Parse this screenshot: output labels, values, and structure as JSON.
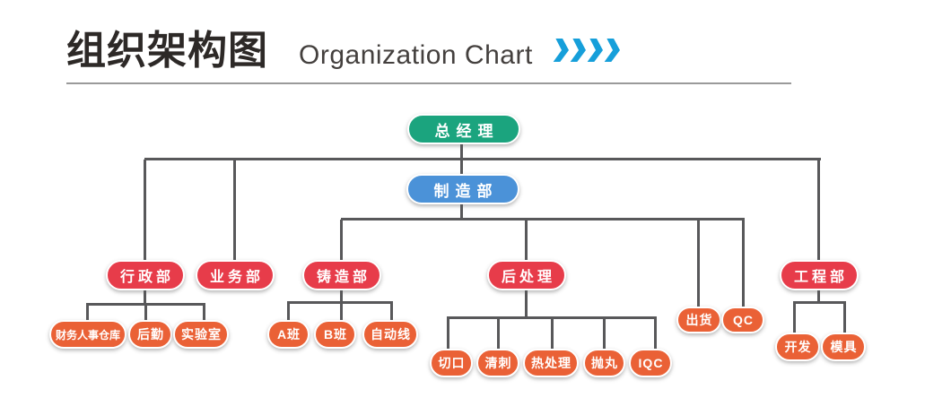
{
  "header": {
    "title_zh": "组织架构图",
    "title_en": "Organization Chart",
    "chevron_count": 4
  },
  "colors": {
    "top_node_green": "#1ba47e",
    "manufacturing_blue": "#4b92d8",
    "department_red": "#e73c4a",
    "team_orange": "#ea6136",
    "chevron_blue": "#169fda",
    "connector_gray": "#58585a"
  },
  "nodes": {
    "gm": {
      "label": "总经理"
    },
    "mfg": {
      "label": "制造部"
    },
    "admin": {
      "label": "行政部"
    },
    "biz": {
      "label": "业务部"
    },
    "cast": {
      "label": "铸造部"
    },
    "post": {
      "label": "后处理"
    },
    "eng": {
      "label": "工程部"
    },
    "ship": {
      "label": "出货"
    },
    "qc": {
      "label": "QC"
    },
    "fin": {
      "label": "财务人事仓库"
    },
    "logi": {
      "label": "后勤"
    },
    "lab": {
      "label": "实验室"
    },
    "classA": {
      "label": "A班"
    },
    "classB": {
      "label": "B班"
    },
    "auto": {
      "label": "自动线"
    },
    "cut": {
      "label": "切口"
    },
    "deburr": {
      "label": "清刺"
    },
    "heat": {
      "label": "热处理"
    },
    "shot": {
      "label": "抛丸"
    },
    "iqc": {
      "label": "IQC"
    },
    "dev": {
      "label": "开发"
    },
    "mold": {
      "label": "模具"
    }
  },
  "hierarchy": {
    "label": "总经理",
    "children": [
      {
        "label": "行政部",
        "children": [
          {
            "label": "财务人事仓库"
          },
          {
            "label": "后勤"
          },
          {
            "label": "实验室"
          }
        ]
      },
      {
        "label": "业务部",
        "children": []
      },
      {
        "label": "制造部",
        "children": [
          {
            "label": "铸造部",
            "children": [
              {
                "label": "A班"
              },
              {
                "label": "B班"
              },
              {
                "label": "自动线"
              }
            ]
          },
          {
            "label": "后处理",
            "children": [
              {
                "label": "切口"
              },
              {
                "label": "清刺"
              },
              {
                "label": "热处理"
              },
              {
                "label": "抛丸"
              },
              {
                "label": "IQC"
              }
            ]
          },
          {
            "label": "出货",
            "children": []
          },
          {
            "label": "QC",
            "children": []
          }
        ]
      },
      {
        "label": "工程部",
        "children": [
          {
            "label": "开发"
          },
          {
            "label": "模具"
          }
        ]
      }
    ]
  }
}
